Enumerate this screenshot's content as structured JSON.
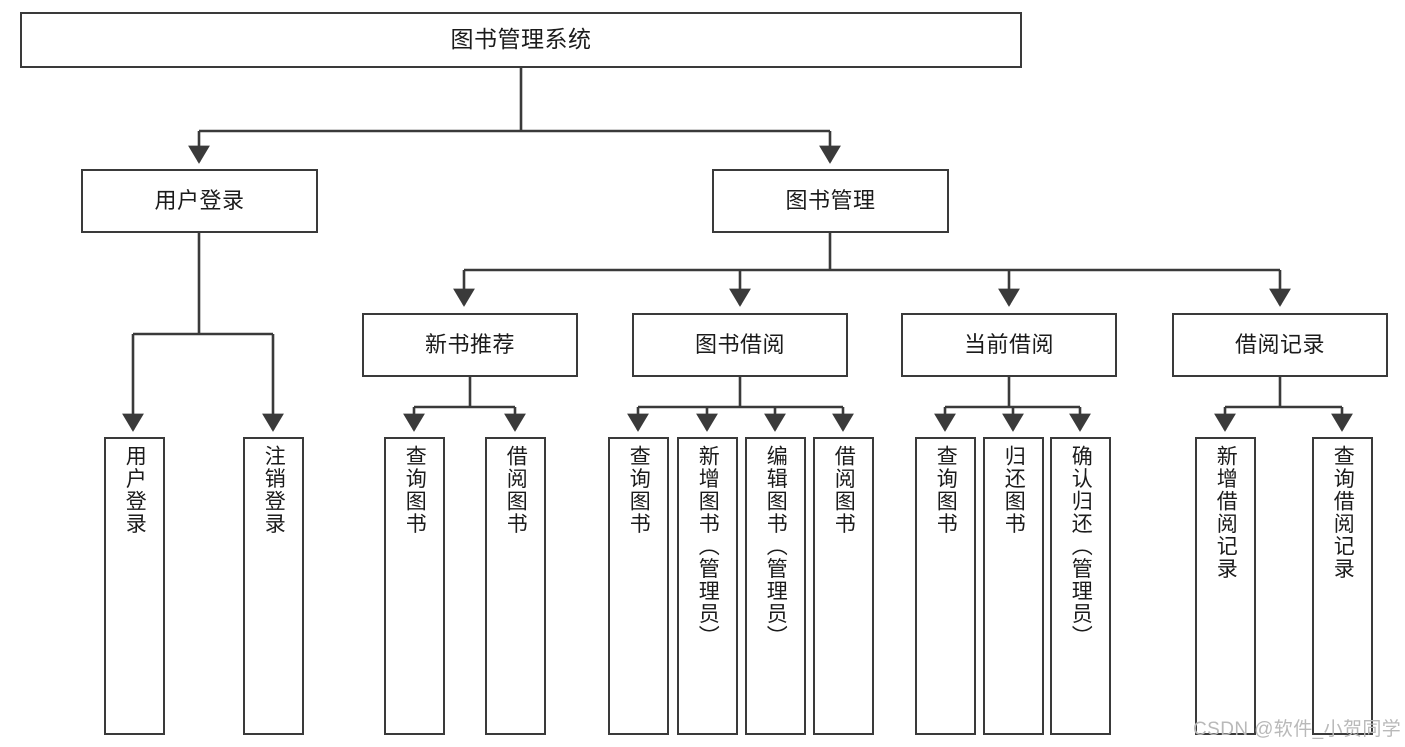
{
  "diagram": {
    "type": "hierarchy-tree",
    "title": "图书管理系统",
    "orientation": "top-down",
    "colors": {
      "stroke": "#3a3a3a",
      "fill": "#ffffff",
      "text": "#1b1b1b",
      "watermark": "#b9b9b9",
      "background": "#ffffff"
    }
  },
  "root": {
    "label": "图书管理系统"
  },
  "level2": [
    {
      "label": "用户登录"
    },
    {
      "label": "图书管理"
    }
  ],
  "level3": [
    {
      "label": "新书推荐"
    },
    {
      "label": "图书借阅"
    },
    {
      "label": "当前借阅"
    },
    {
      "label": "借阅记录"
    }
  ],
  "leaves": {
    "user_login": [
      {
        "label": "用户登录"
      },
      {
        "label": "注销登录"
      }
    ],
    "new_book_recommend": [
      {
        "label": "查询图书"
      },
      {
        "label": "借阅图书"
      }
    ],
    "book_borrow": [
      {
        "label": "查询图书"
      },
      {
        "label": "新增图书（管理员）"
      },
      {
        "label": "编辑图书（管理员）"
      },
      {
        "label": "借阅图书"
      }
    ],
    "current_borrow": [
      {
        "label": "查询图书"
      },
      {
        "label": "归还图书"
      },
      {
        "label": "确认归还（管理员）"
      }
    ],
    "borrow_record": [
      {
        "label": "新增借阅记录"
      },
      {
        "label": "查询借阅记录"
      }
    ]
  },
  "watermark": {
    "text": "CSDN @软件_小贺同学"
  }
}
